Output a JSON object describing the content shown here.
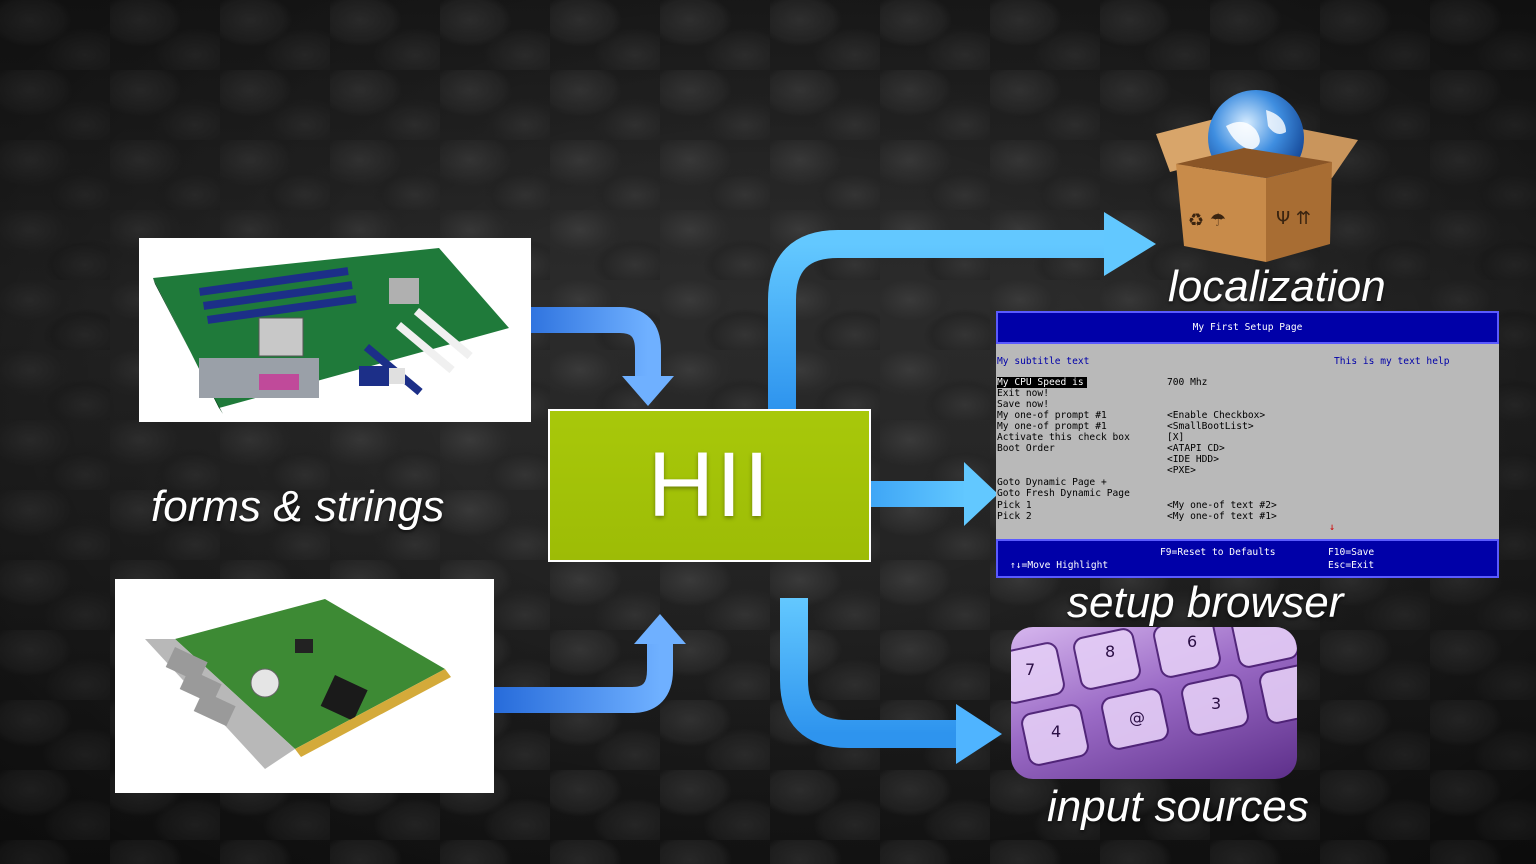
{
  "center": {
    "label": "HII"
  },
  "labels": {
    "forms": "forms & strings",
    "localization": "localization",
    "setup": "setup browser",
    "input": "input sources"
  },
  "setup_screen": {
    "title": "My First Setup Page",
    "subtitle": "My subtitle text",
    "help": "This is my text help",
    "rows": [
      {
        "key": "My CPU Speed is",
        "value": "700 Mhz"
      },
      {
        "key": "Exit now!",
        "value": ""
      },
      {
        "key": "Save now!",
        "value": ""
      },
      {
        "key": "My one-of prompt #1",
        "value": "<Enable Checkbox>"
      },
      {
        "key": "My one-of prompt #1",
        "value": "<SmallBootList>"
      },
      {
        "key": "Activate this check box",
        "value": "[X]"
      },
      {
        "key": "Boot Order",
        "value": "<ATAPI CD>"
      },
      {
        "key": "",
        "value": "<IDE HDD>"
      },
      {
        "key": "",
        "value": "<PXE>"
      },
      {
        "key": "Goto Dynamic Page +",
        "value": ""
      },
      {
        "key": "Goto Fresh Dynamic Page",
        "value": ""
      },
      {
        "key": "Pick 1",
        "value": "<My one-of text #2>"
      },
      {
        "key": "Pick 2",
        "value": "<My one-of text #1>"
      }
    ],
    "footer": {
      "move": "↑↓=Move Highlight",
      "reset": "F9=Reset to Defaults",
      "save": "F10=Save",
      "exit": "Esc=Exit"
    },
    "marker": "↓"
  },
  "colors": {
    "hii_green": "#a3c208",
    "arrow_blue": "#4fb4ff",
    "setup_blue": "#0000a8",
    "setup_gray": "#b9b9b9"
  }
}
